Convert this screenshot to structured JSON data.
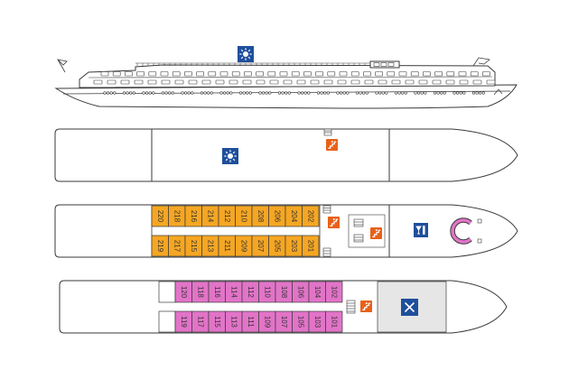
{
  "colors": {
    "outline": "#3a3a3a",
    "deck_fill": "#ffffff",
    "sun_icon_bg": "#1f4f9c",
    "stairs_icon_bg": "#e8611a",
    "lounge_icon_bg": "#1f4f9c",
    "restaurant_icon_bg": "#e6e6e6",
    "restaurant_icon_fg": "#1f4f9c",
    "cabin_upper": "#f5a623",
    "cabin_main": "#e274c8",
    "cabin_text": "#333333"
  },
  "icons": {
    "sun": "sun-icon",
    "stairs": "stairs-icon",
    "lounge": "bar-icon",
    "restaurant": "cutlery-icon"
  },
  "decks": {
    "upper": {
      "top_row": [
        "220",
        "218",
        "216",
        "214",
        "212",
        "210",
        "208",
        "206",
        "204",
        "202"
      ],
      "bottom_row": [
        "219",
        "217",
        "215",
        "213",
        "211",
        "209",
        "207",
        "205",
        "203",
        "201"
      ]
    },
    "main": {
      "top_row": [
        "120",
        "118",
        "116",
        "114",
        "112",
        "110",
        "108",
        "106",
        "104",
        "102"
      ],
      "bottom_row": [
        "119",
        "117",
        "115",
        "113",
        "111",
        "109",
        "107",
        "105",
        "103",
        "101"
      ]
    }
  }
}
